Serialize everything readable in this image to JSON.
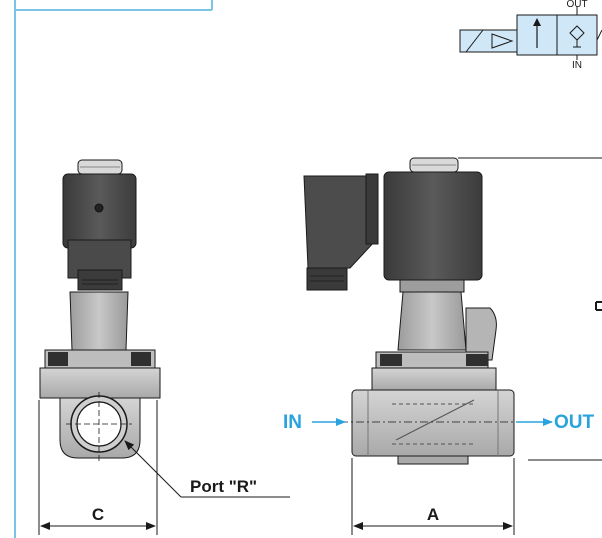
{
  "symbol": {
    "out_label": "OUT",
    "in_label": "IN"
  },
  "side_view": {
    "port_callout": "Port \"R\"",
    "dim_label": "C"
  },
  "front_view": {
    "in_label": "IN",
    "out_label": "OUT",
    "dim_label": "A"
  },
  "colors": {
    "accent_blue": "#29a3dd",
    "frame_blue": "#7cc3e8",
    "coil_dark": "#4d4d4d",
    "body_gray": "#bdbdbd",
    "line": "#1a1a1a"
  }
}
